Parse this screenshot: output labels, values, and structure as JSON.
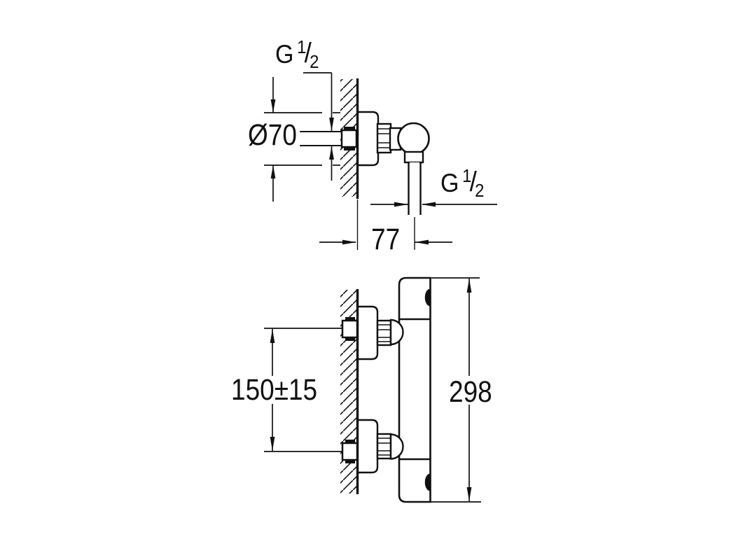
{
  "drawing": {
    "background_color": "#ffffff",
    "line_color": "#111111",
    "top_view": {
      "labels": {
        "inlet_thread": {
          "letter": "G",
          "numerator": "1",
          "slash": "/",
          "denominator": "2"
        },
        "escutcheon_diameter": "Ø70",
        "outlet_thread": {
          "letter": "G",
          "numerator": "1",
          "slash": "/",
          "denominator": "2"
        },
        "wall_to_outlet_distance": "77"
      }
    },
    "front_view": {
      "labels": {
        "connection_spacing": "150±15",
        "overall_length": "298"
      }
    }
  }
}
